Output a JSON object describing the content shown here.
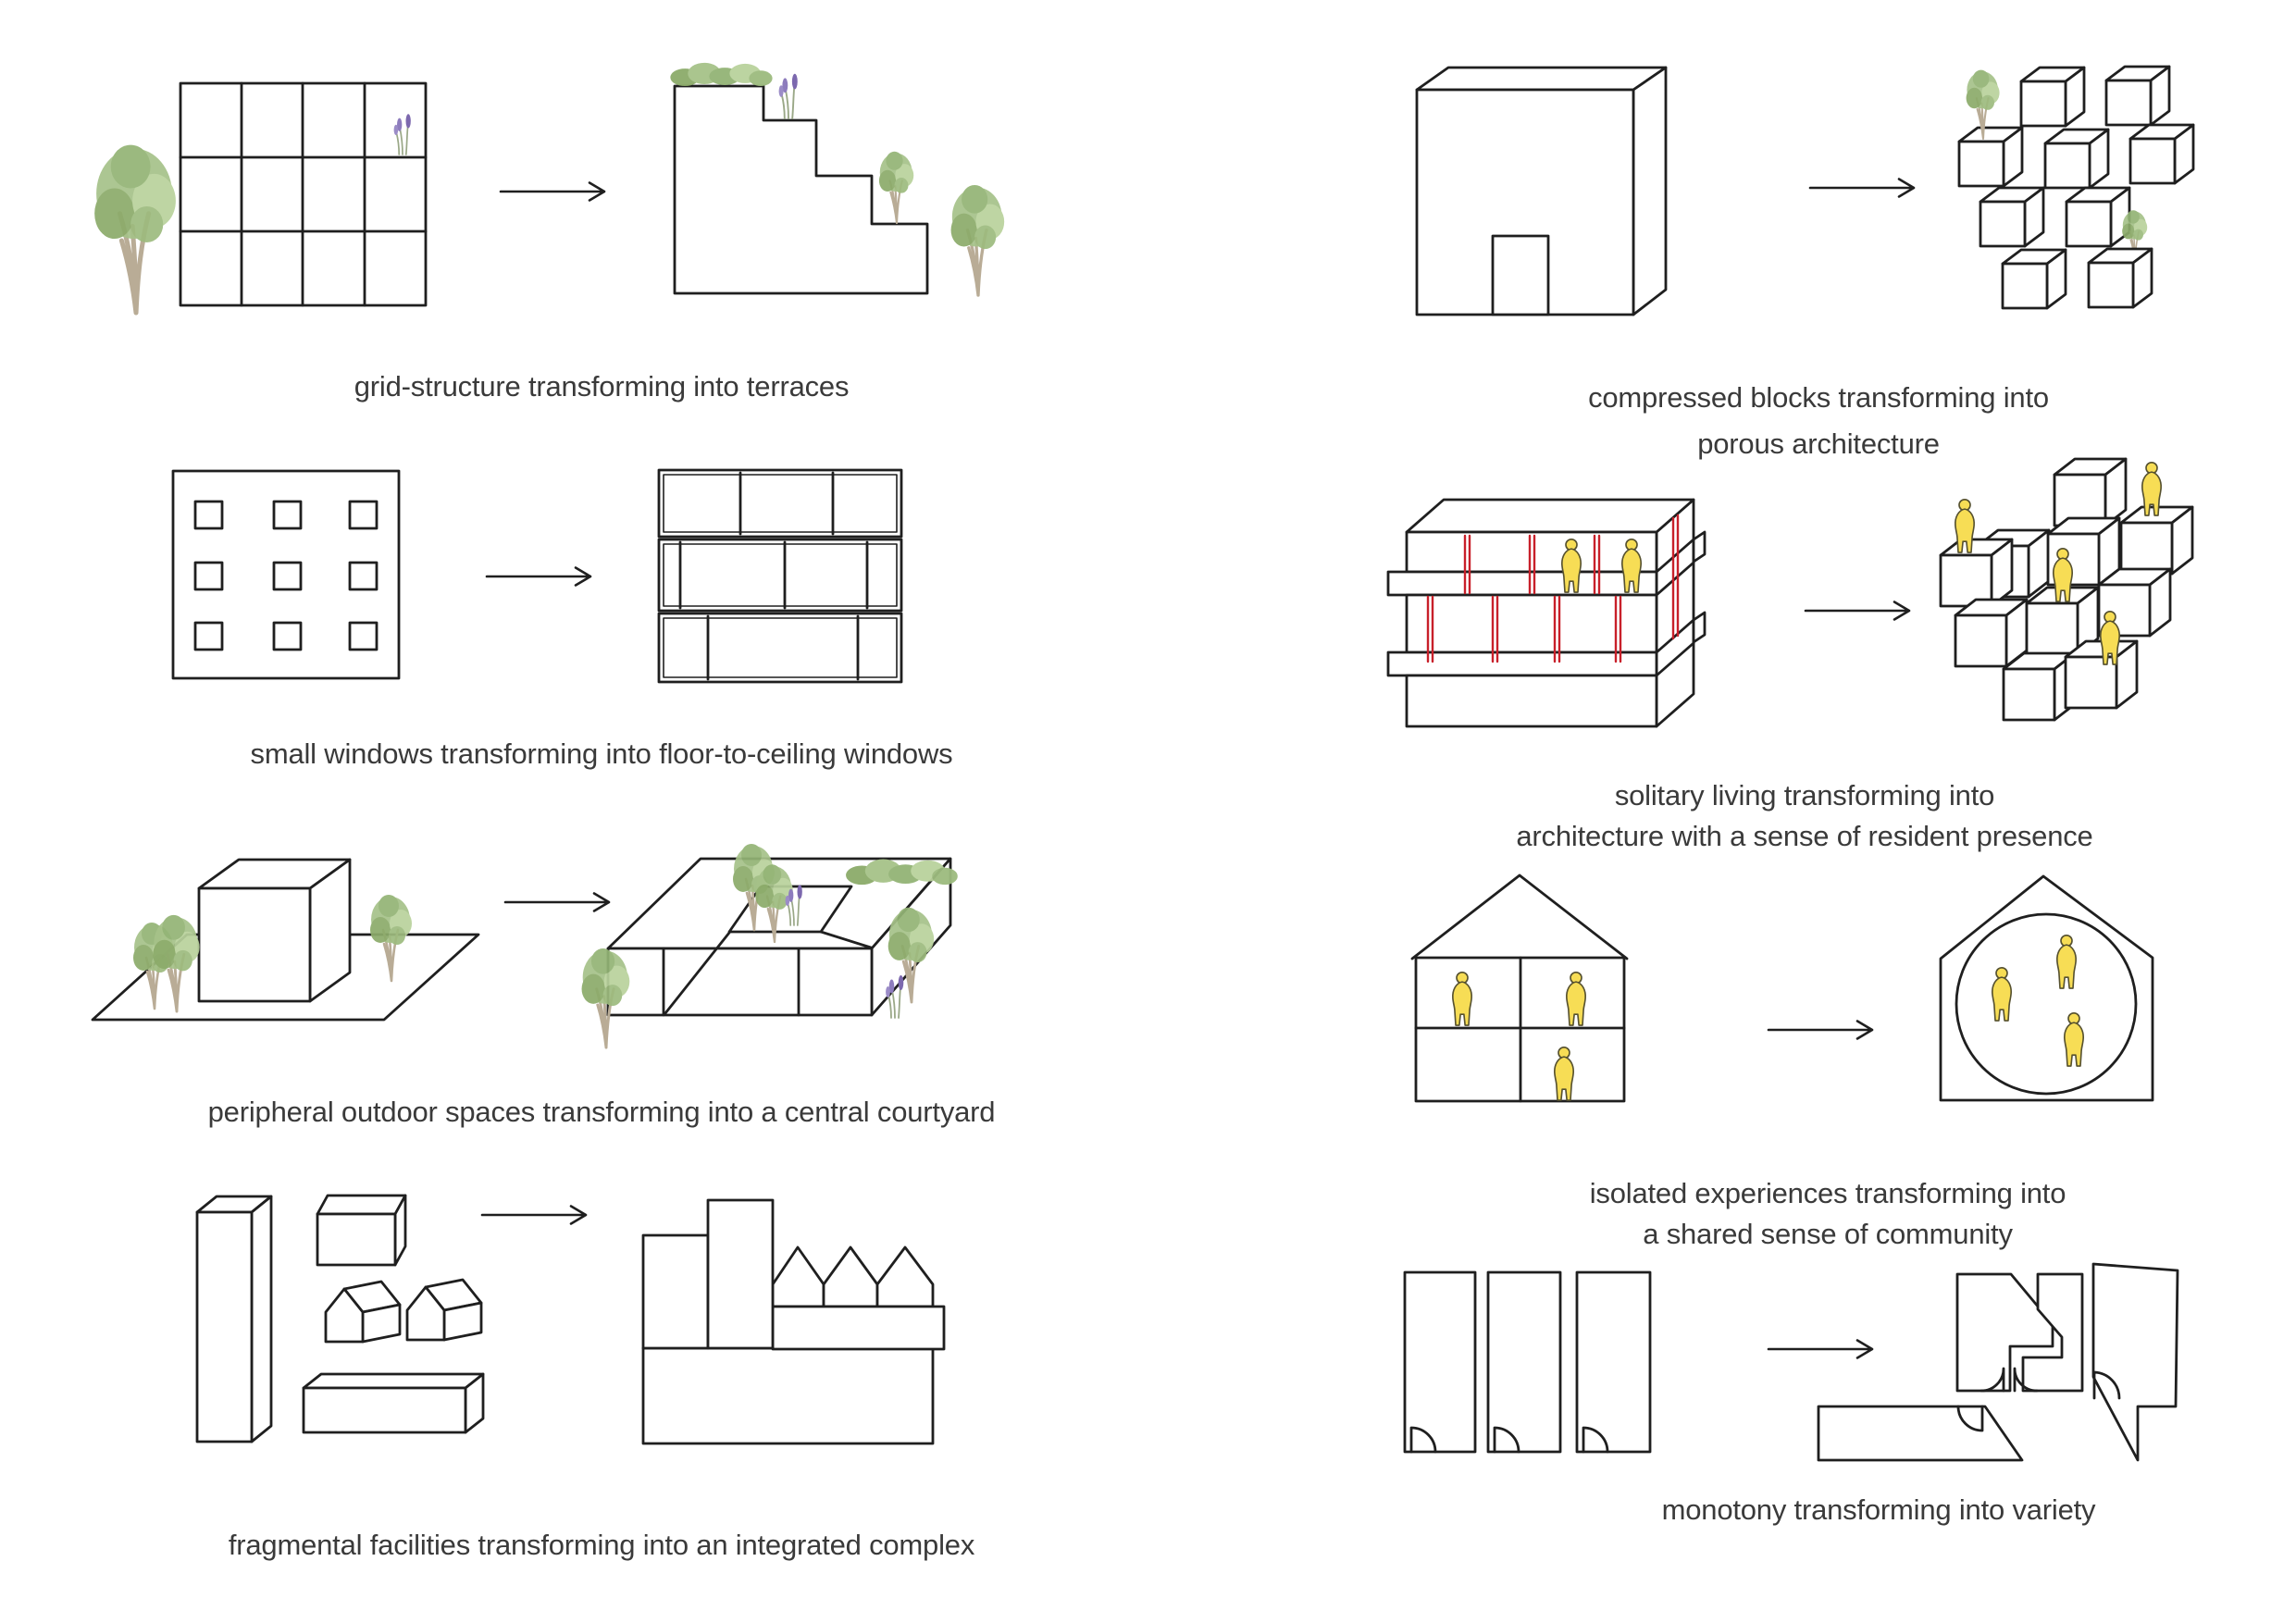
{
  "title": "architectural transformation diagrams",
  "colors": {
    "background": "#ffffff",
    "line": "#1f1f1f",
    "caption_text": "#3a3a3a",
    "accent_red": "#c8202a",
    "figure_yellow": "#f7dd55",
    "tree_green": "#a6c289",
    "tree_green_dark": "#8cab6a",
    "tree_green_light": "#b9d29c",
    "trunk": "#b9ac96",
    "lavender_purple": "#8d7cbd"
  },
  "panels": [
    {
      "id": "grid-to-terraces",
      "caption": "grid-structure transforming into terraces"
    },
    {
      "id": "windows",
      "caption": "small windows transforming into floor-to-ceiling windows"
    },
    {
      "id": "courtyard",
      "caption": "peripheral outdoor spaces transforming into a central courtyard"
    },
    {
      "id": "complex",
      "caption": "fragmental facilities transforming into an integrated complex"
    },
    {
      "id": "porous",
      "caption_line1": "compressed blocks transforming into",
      "caption_line2": "porous architecture"
    },
    {
      "id": "presence",
      "caption_line1": "solitary living transforming into",
      "caption_line2": "architecture with a sense of resident presence"
    },
    {
      "id": "community",
      "caption_line1": "isolated experiences transforming into",
      "caption_line2": "a shared sense of community"
    },
    {
      "id": "variety",
      "caption": "monotony transforming into variety"
    }
  ]
}
